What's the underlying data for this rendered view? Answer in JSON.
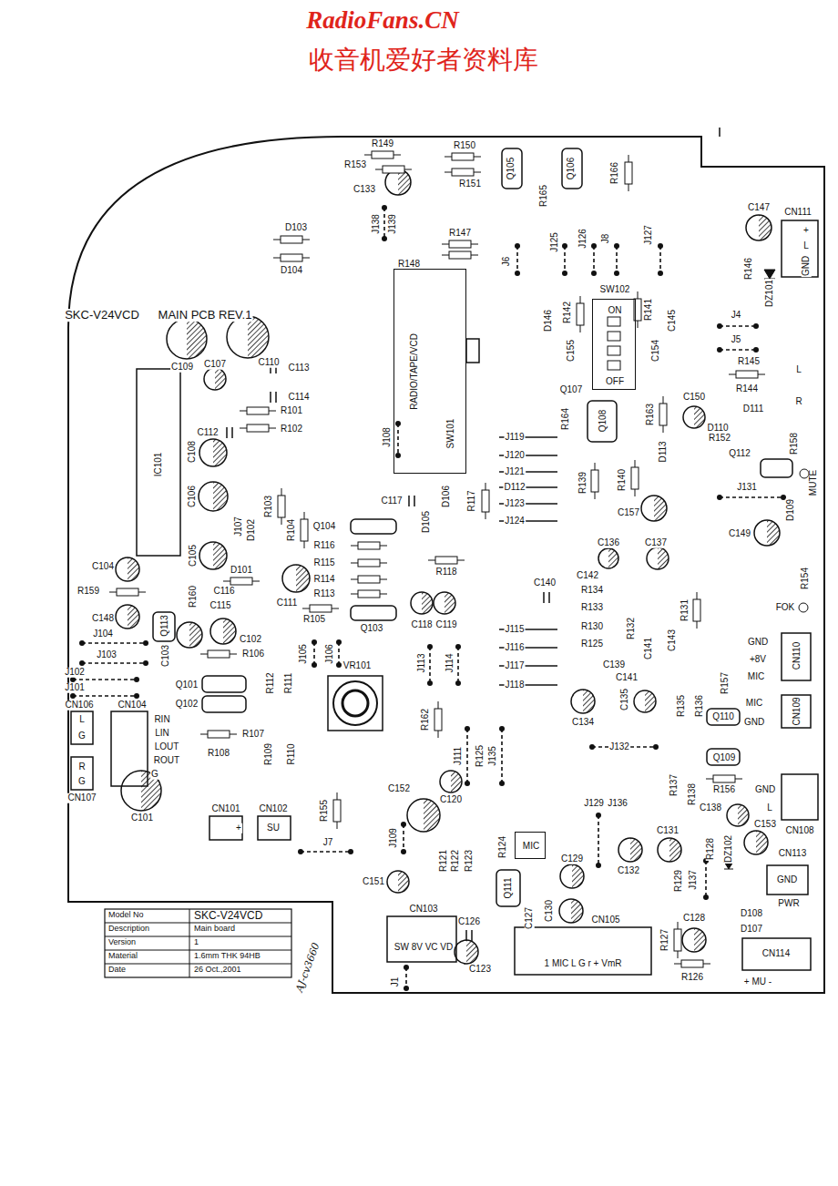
{
  "diagram": {
    "nodes": [
      {
        "text": [
          "RADIO/TAPE/VCD",
          "SW101"
        ]
      },
      {
        "text": [
          "ON",
          "OFF"
        ]
      },
      {
        "text": [
          "MIC"
        ]
      }
    ],
    "labels": [
      "RadioFans.CN",
      "收音机爱好者资料库",
      "R149",
      "R153",
      "R150",
      "R151",
      "C133",
      "Q105",
      "R165",
      "Q106",
      "R166",
      "C147",
      "CN111",
      "+",
      "L",
      "GND",
      "J138",
      "J139",
      "D103",
      "D104",
      "R147",
      "R148",
      "J6",
      "J125",
      "J126",
      "J8",
      "J127",
      "R146",
      "DZ101",
      "SKC-V24VCD",
      "MAIN PCB REV.1",
      "C109",
      "C110",
      "D146",
      "R142",
      "SW102",
      "R141",
      "C145",
      "C155",
      "C154",
      "J4",
      "J5",
      "R145",
      "L",
      "R144",
      "R",
      "C150",
      "D111",
      "D110",
      "R152",
      "R158",
      "Q112",
      "MUTE",
      "Q107",
      "R164",
      "Q108",
      "R163",
      "D113",
      "C107",
      "C113",
      "C114",
      "R101",
      "R102",
      "C112",
      "C108",
      "C106",
      "IC101",
      "J108",
      "J119",
      "J120",
      "J121",
      "D112",
      "J123",
      "J124",
      "R139",
      "R140",
      "C157",
      "J131",
      "D109",
      "C149",
      "R154",
      "FOK",
      "C117",
      "D105",
      "D106",
      "R117",
      "Q104",
      "R116",
      "R115",
      "R114",
      "R113",
      "R118",
      "R103",
      "D102",
      "R104",
      "J107",
      "C105",
      "C104",
      "D101",
      "C116",
      "C111",
      "R160",
      "R159",
      "C115",
      "C148",
      "Q113",
      "R105",
      "C136",
      "C137",
      "C142",
      "C140",
      "R134",
      "R133",
      "R131",
      "R130",
      "R125",
      "R132",
      "C141",
      "C143",
      "C139",
      "C141",
      "Q103",
      "C118",
      "C119",
      "J115",
      "J116",
      "J117",
      "J118",
      "J113",
      "J114",
      "C103",
      "C102",
      "J104",
      "J103",
      "R106",
      "J105",
      "J106",
      "J102",
      "J101",
      "Q101",
      "Q102",
      "R112",
      "R111",
      "VR101",
      "CN106",
      "CN104",
      "L",
      "G",
      "R",
      "G",
      "RIN",
      "LIN",
      "LOUT",
      "ROUT",
      "G",
      "CN107",
      "R107",
      "R108",
      "R109",
      "R110",
      "R162",
      "J111",
      "R125",
      "J135",
      "J132",
      "C134",
      "C135",
      "R135",
      "R136",
      "Q110",
      "R157",
      "GND",
      "+8V",
      "MIC",
      "CN110",
      "MIC",
      "GND",
      "CN109",
      "Q109",
      "R137",
      "R138",
      "R156",
      "GND",
      "L",
      "CN108",
      "C138",
      "C153",
      "CN113",
      "GND",
      "PWR",
      "R128",
      "DZ102",
      "J137",
      "C128",
      "D108",
      "D107",
      "CN114",
      "R126",
      "+ MU -",
      "R127",
      "C101",
      "CN101",
      "+",
      "CN102",
      "SU",
      "R155",
      "J7",
      "C152",
      "C120",
      "J109",
      "R124",
      "R121",
      "R122",
      "R123",
      "Q111",
      "C151",
      "J129",
      "J136",
      "C131",
      "C129",
      "C132",
      "R129",
      "C127",
      "C130",
      "CN103",
      "C126",
      "CN105",
      "SW 8V VC VD",
      "C123",
      "J1",
      "1 MIC L G r + VmR",
      "AJ-cv3660",
      "Model No",
      "SKC-V24VCD",
      "Description",
      "Main board",
      "Version",
      "1",
      "Material",
      "1.6mm THK 94HB",
      "Date",
      "26 Oct.,2001"
    ]
  }
}
